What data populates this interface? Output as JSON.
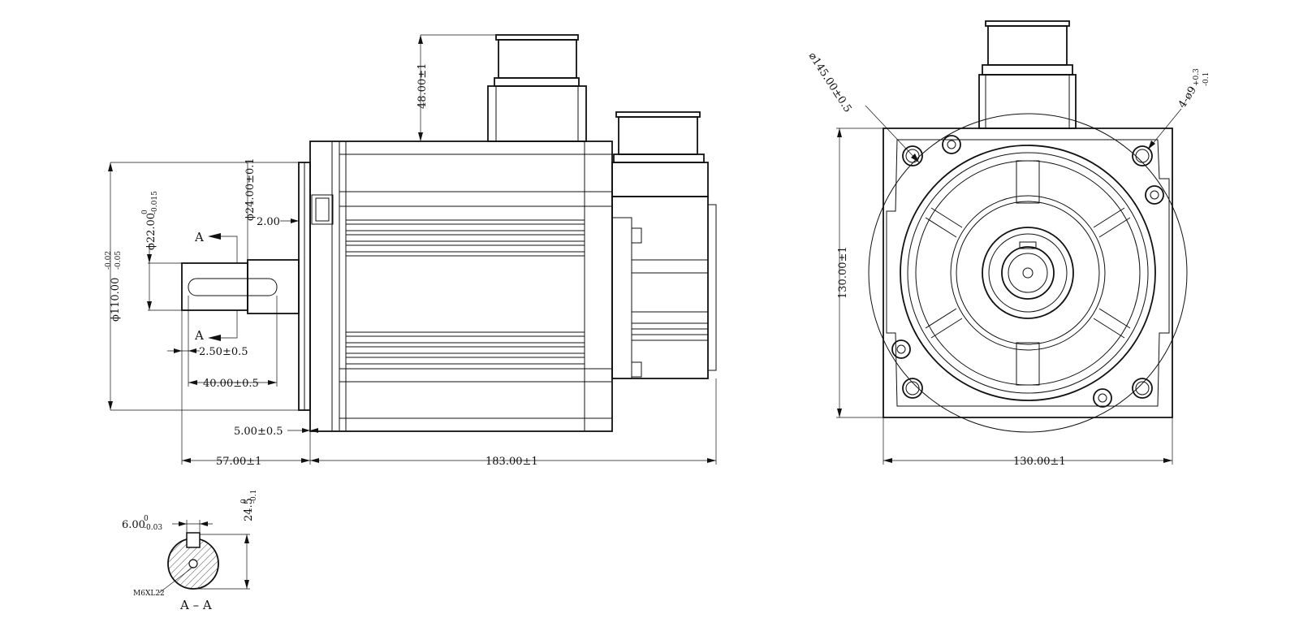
{
  "views": {
    "side": {
      "dim_connector_height": "48.00±1",
      "dim_shoulder_dia": "ϕ24.00±0.1",
      "dim_shoulder_step": "2.00",
      "dim_flange_dia": "ϕ110.00",
      "dim_flange_dia_tol_upper": "-0.02",
      "dim_flange_dia_tol_lower": "-0.05",
      "dim_shaft_dia": "ϕ22.00",
      "dim_shaft_dia_tol_upper": "0",
      "dim_shaft_dia_tol_lower": "-0.015",
      "dim_key_offset": "2.50±0.5",
      "dim_key_length": "40.00±0.5",
      "dim_flange_thickness": "5.00±0.5",
      "dim_shaft_length": "57.00±1",
      "dim_body_length": "183.00±1",
      "section_label_top": "A",
      "section_label_bottom": "A"
    },
    "front": {
      "dim_pcd": "⌀145.00±0.5",
      "dim_holes": "4-ø9",
      "dim_holes_tol_upper": "+0.3",
      "dim_holes_tol_lower": "-0.1",
      "dim_height": "130.00±1",
      "dim_width": "130.00±1"
    },
    "section": {
      "dim_key_width": "6.00",
      "dim_key_width_tol_upper": "0",
      "dim_key_width_tol_lower": "-0.03",
      "dim_key_depth": "24.5",
      "dim_key_depth_tol_upper": "0",
      "dim_key_depth_tol_lower": "-0.1",
      "thread_label": "M6XL22",
      "title": "A – A"
    }
  }
}
